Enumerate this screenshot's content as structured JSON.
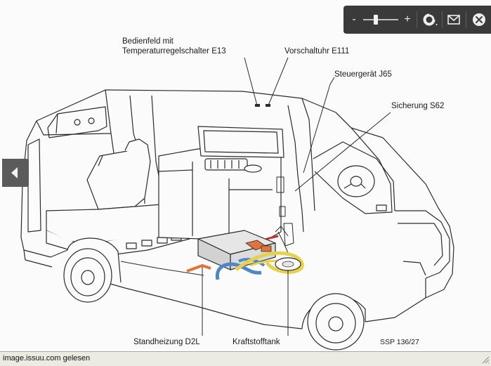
{
  "figure": {
    "labels": {
      "bedienfeld_line1": "Bedienfeld mit",
      "bedienfeld_line2": "Temperaturregelschalter E13",
      "vorschaltuhr": "Vorschaltuhr E111",
      "steuergeraet": "Steuergerät J65",
      "sicherung": "Sicherung S62",
      "standheizung": "Standheizung D2L",
      "kraftstofftank": "Kraftstofftank",
      "ssp": "SSP 136/27"
    },
    "colors": {
      "line": "#2b2b2b",
      "paper": "#fbfbfb",
      "fuel_line": "#e3d24a",
      "coolant_line": "#4f86c6",
      "heater_accent": "#e2733a",
      "heater_red": "#c8302c"
    }
  },
  "toolbar": {
    "zoom_out_label": "-",
    "zoom_in_label": "+",
    "zoom_level": 0.35,
    "icons": {
      "zoom_out": "minus-icon",
      "zoom_in": "plus-icon",
      "share": "share-icon",
      "email": "envelope-icon",
      "close": "close-icon"
    },
    "colors": {
      "background": "#3a3a3a",
      "icon": "#eeeeee"
    }
  },
  "navigation": {
    "previous_icon": "chevron-left-icon"
  },
  "statusbar": {
    "text": "image.issuu.com gelesen"
  }
}
